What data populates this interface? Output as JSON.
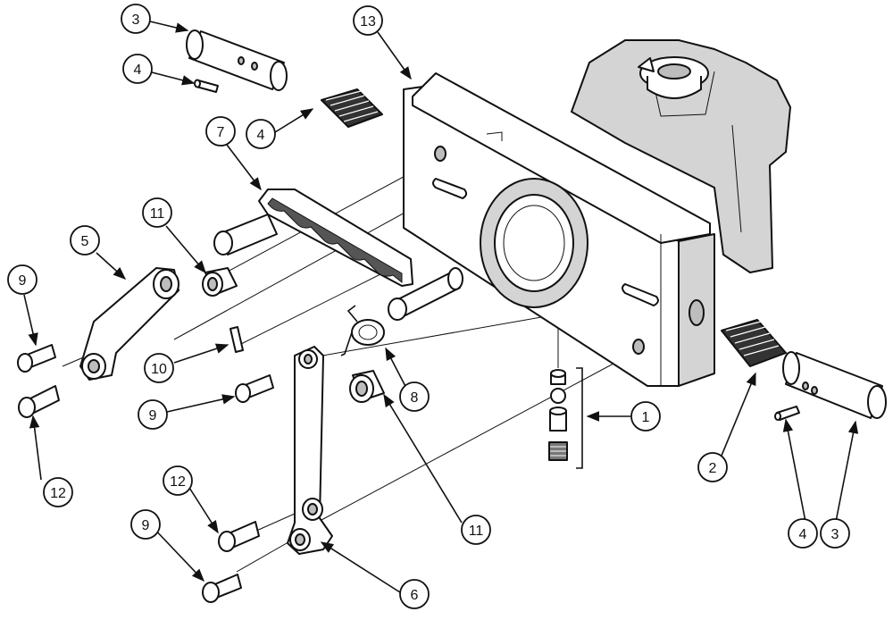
{
  "callouts": [
    {
      "id": "c-3-top",
      "label": "3"
    },
    {
      "id": "c-4-top",
      "label": "4"
    },
    {
      "id": "c-4-spring",
      "label": "4"
    },
    {
      "id": "c-7",
      "label": "7"
    },
    {
      "id": "c-13",
      "label": "13"
    },
    {
      "id": "c-11-top",
      "label": "11"
    },
    {
      "id": "c-5",
      "label": "5"
    },
    {
      "id": "c-9-top",
      "label": "9"
    },
    {
      "id": "c-10",
      "label": "10"
    },
    {
      "id": "c-9-mid",
      "label": "9"
    },
    {
      "id": "c-8",
      "label": "8"
    },
    {
      "id": "c-12-left",
      "label": "12"
    },
    {
      "id": "c-1",
      "label": "1"
    },
    {
      "id": "c-2",
      "label": "2"
    },
    {
      "id": "c-4-right",
      "label": "4"
    },
    {
      "id": "c-3-right",
      "label": "3"
    },
    {
      "id": "c-11-bottom",
      "label": "11"
    },
    {
      "id": "c-12-bottom",
      "label": "12"
    },
    {
      "id": "c-9-bottom",
      "label": "9"
    },
    {
      "id": "c-6",
      "label": "6"
    }
  ]
}
